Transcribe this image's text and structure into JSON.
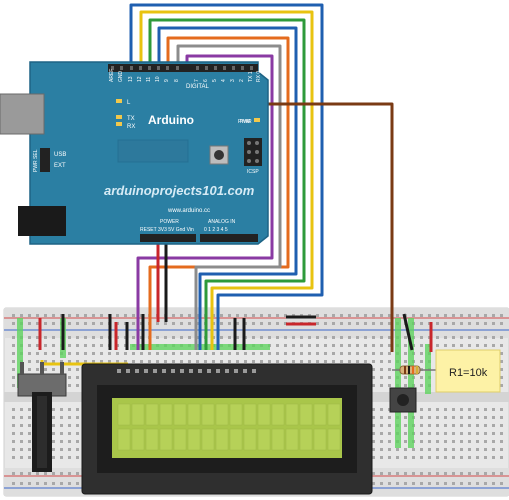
{
  "arduino": {
    "brand": "Arduino",
    "website": "www.arduino.cc",
    "watermark": "arduinoprojects101.com",
    "header_digital": "DIGITAL",
    "header_analog": "ANALOG IN",
    "header_power": "POWER",
    "power_pins": "RESET 3V3 5V Gnd Vin",
    "analog_pins": "0 1 2 3 4 5",
    "digital_pins": [
      "AREF",
      "GND",
      "13",
      "12",
      "11",
      "10",
      "9",
      "8",
      "7",
      "6",
      "5",
      "4",
      "3",
      "2",
      "TX 1",
      "RX 0"
    ],
    "pwm_label": "PWM",
    "pwr_sel": "PWR SEL",
    "usb": "USB",
    "ext": "EXT",
    "led_l": "L",
    "led_tx": "TX",
    "led_rx": "RX",
    "pwr_led": "PWR",
    "icsp": "ICSP",
    "board_color": "#2b7fa3"
  },
  "resistor_label": "R1=10k",
  "colors": {
    "breadboard": "#e6e6e6",
    "lcd_body": "#2f2f2f",
    "lcd_screen": "#a9c64a",
    "label_bg": "#fdf2a6",
    "wire_blue": "#1f5fb0",
    "wire_yellow": "#e8c310",
    "wire_green": "#2e9a3a",
    "wire_orange": "#e46b1e",
    "wire_gray": "#8c8c8c",
    "wire_purple": "#8a3aa3",
    "wire_brown": "#7a3a14",
    "wire_red": "#c8262b",
    "wire_black": "#1a1a1a"
  }
}
